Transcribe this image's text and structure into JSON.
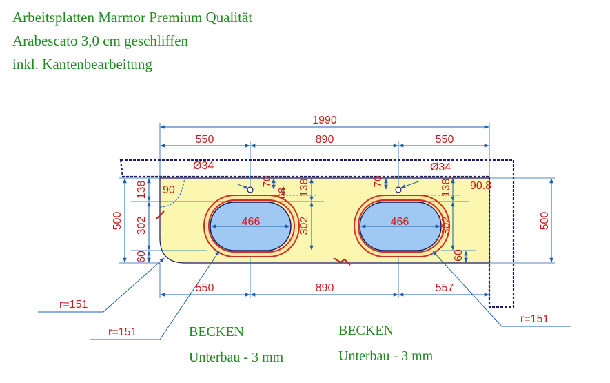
{
  "header": {
    "line1": "Arbeitsplatten Marmor Premium Qualität",
    "line2": "Arabescato 3,0 cm geschliffen",
    "line3": "inkl. Kantenbearbeitung"
  },
  "drawing": {
    "colors": {
      "countertop": "#fbf6b0",
      "sink_fill": "#9fc8f3",
      "sink_ring": "#cc3322",
      "dimension": "#1a5fb4",
      "text": "#cc1a1a",
      "outline": "#1a1a66",
      "note": "#1f8a1f"
    },
    "total_width": "1990",
    "top_dims": [
      "550",
      "890",
      "550"
    ],
    "bottom_dims": [
      "550",
      "890",
      "557"
    ],
    "depth_left": "500",
    "depth_right": "500",
    "left_vertical": [
      "138",
      "302",
      "60"
    ],
    "sink1": {
      "width": "466",
      "tap_diameter": "Ø34",
      "tap_offset": "70",
      "rim_offset": "68",
      "v_top": "138",
      "v_mid": "302",
      "corner_angle": "90"
    },
    "sink2": {
      "width": "466",
      "tap_diameter": "Ø34",
      "tap_offset": "70",
      "v_top": "138",
      "v_mid": "302",
      "v_bottom": "60",
      "corner_angle": "90.8"
    },
    "radius_labels": [
      "r=151",
      "r=151",
      "r=151"
    ],
    "notes": [
      {
        "title": "BECKEN",
        "subtitle": "Unterbau - 3 mm"
      },
      {
        "title": "BECKEN",
        "subtitle": "Unterbau - 3 mm"
      }
    ]
  }
}
